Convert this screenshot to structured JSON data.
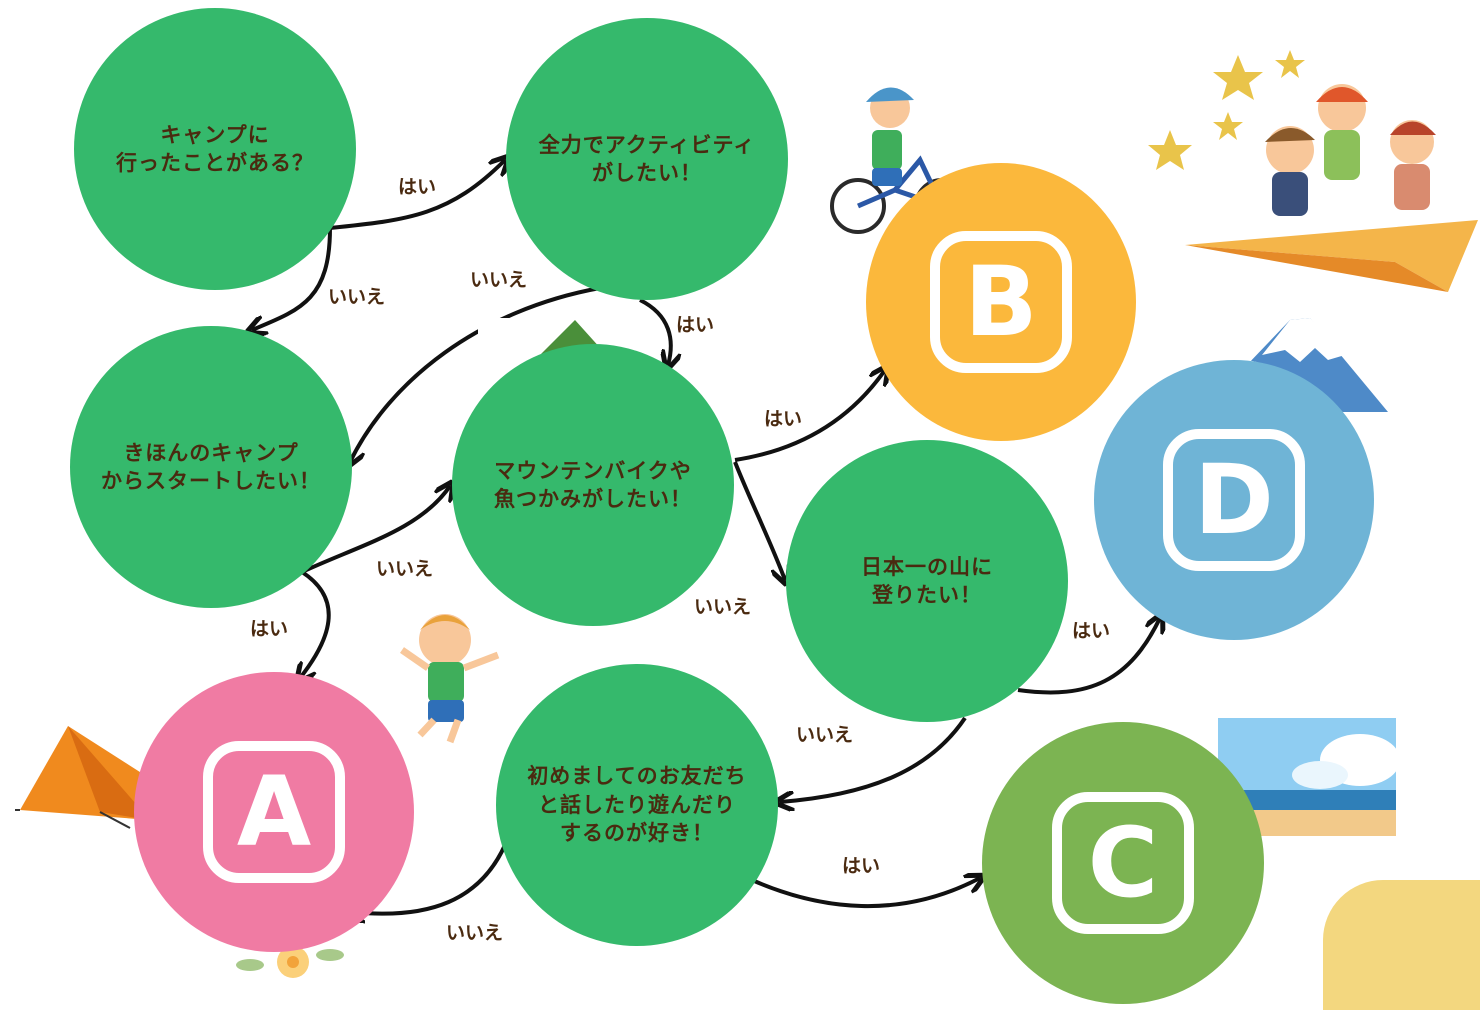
{
  "questions": {
    "q1": "キャンプに\n行ったことがある？",
    "q2": "全力でアクティビティ\nがしたい！",
    "q3": "きほんのキャンプ\nからスタートしたい！",
    "q4": "マウンテンバイクや\n魚つかみがしたい！",
    "q5": "日本一の山に\n登りたい！",
    "q6": "初めましてのお友だち\nと話したり遊んだり\nするのが好き！"
  },
  "results": {
    "a": "A",
    "b": "B",
    "c": "C",
    "d": "D"
  },
  "edges": {
    "q1_q2": "はい",
    "q1_q3": "いいえ",
    "q2_q4": "はい",
    "q2_q3": "いいえ",
    "q3_a": "はい",
    "q3_q4": "いいえ",
    "q4_b": "はい",
    "q4_q5": "いいえ",
    "q5_d": "はい",
    "q5_q6": "いいえ",
    "q6_c": "はい",
    "q6_a": "いいえ"
  },
  "colors": {
    "question": "#35b96c",
    "result_a": "#f07ba3",
    "result_b": "#fbb83c",
    "result_c": "#7cb452",
    "result_d": "#6fb4d6",
    "text": "#4a2a10"
  },
  "icons": [
    "tent-icon",
    "bicycle-kid-icon",
    "kids-paper-plane-icon",
    "mount-fuji-icon",
    "beach-icon",
    "green-mountain-icon",
    "jumping-boy-icon",
    "flowers-icon"
  ]
}
